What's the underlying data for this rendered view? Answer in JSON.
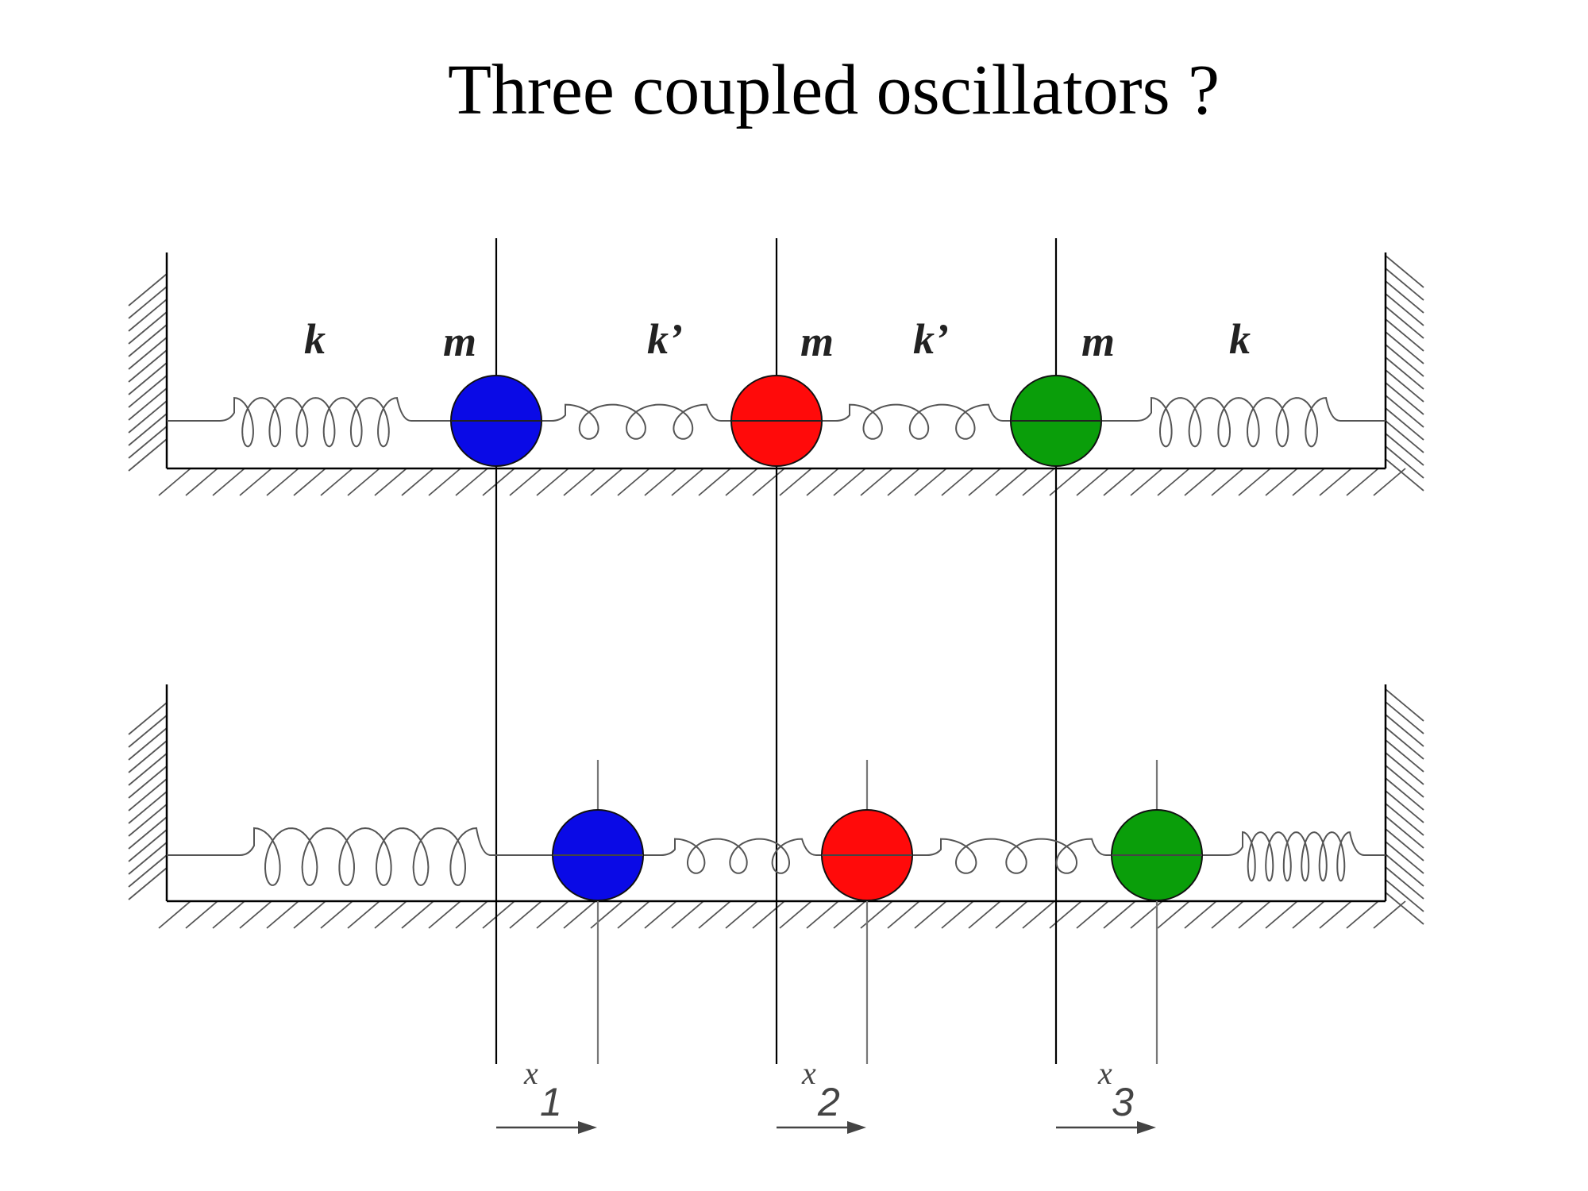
{
  "title": "Three coupled oscillators ?",
  "labels": {
    "spring_outer": "k",
    "spring_inner": "k’",
    "mass": "m",
    "displacement": "x",
    "subscripts": [
      "1",
      "2",
      "3"
    ]
  },
  "colors": {
    "mass_1": "#0a0ae6",
    "mass_2": "#ff0a0a",
    "mass_3": "#0a9e0a",
    "line": "#000000",
    "spring": "#555555",
    "hatch": "#555555"
  }
}
